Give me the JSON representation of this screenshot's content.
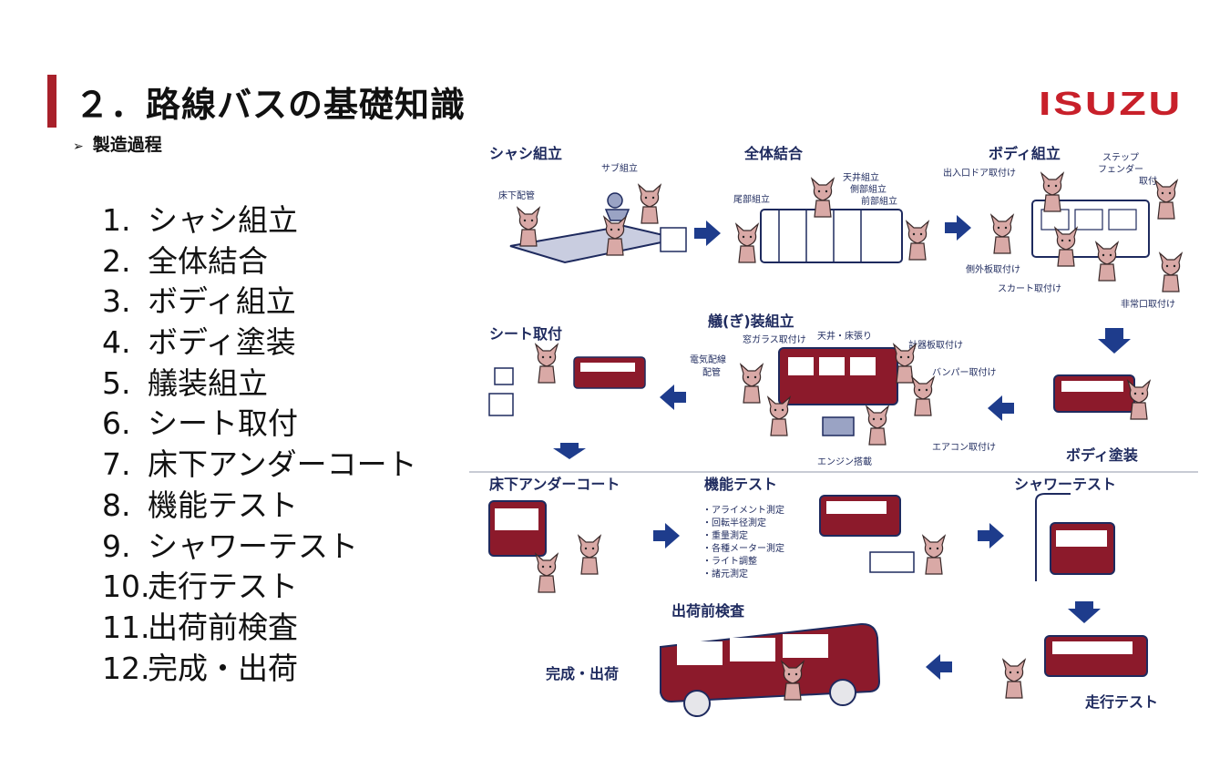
{
  "header": {
    "title": "２．路線バスの基礎知識",
    "subtitle": "製造過程",
    "logo_text": "ISUZU",
    "accent_color": "#a8202a"
  },
  "steps": [
    {
      "num": "1.",
      "label": "シャシ組立"
    },
    {
      "num": "2.",
      "label": "全体結合"
    },
    {
      "num": "3.",
      "label": "ボディ組立"
    },
    {
      "num": "4.",
      "label": "ボディ塗装"
    },
    {
      "num": "5.",
      "label": "艤装組立"
    },
    {
      "num": "6.",
      "label": "シート取付"
    },
    {
      "num": "7.",
      "label": "床下アンダーコート"
    },
    {
      "num": "8.",
      "label": "機能テスト"
    },
    {
      "num": "9.",
      "label": "シャワーテスト"
    },
    {
      "num": "10.",
      "label": "走行テスト"
    },
    {
      "num": "11.",
      "label": "出荷前検査"
    },
    {
      "num": "12.",
      "label": "完成・出荷"
    }
  ],
  "diagram": {
    "row1": {
      "chassis": "シャシ組立",
      "chassis_floor": "床下配管",
      "chassis_sub": "サブ組立",
      "joint": "全体結合",
      "joint_roof": "天井組立",
      "joint_side": "側部組立",
      "joint_front": "前部組立",
      "joint_rear": "尾部組立",
      "body": "ボディ組立",
      "body_door": "出入口ドア取付け",
      "body_step1": "ステップ",
      "body_step2": "フェンダー",
      "body_step3": "取付",
      "body_side_panel": "側外板取付け",
      "body_skirt": "スカート取付け",
      "body_emergency": "非常口取付け"
    },
    "row2": {
      "seat": "シート取付",
      "rigging": "艤(ぎ)装組立",
      "rig_window": "窓ガラス取付け",
      "rig_ceiling": "天井・床張り",
      "rig_gauge": "計器板取付け",
      "rig_elec1": "電気配線",
      "rig_elec2": "配管",
      "rig_bumper": "バンパー取付け",
      "rig_engine": "エンジン搭載",
      "rig_aircon": "エアコン取付け",
      "paint": "ボディ塗装"
    },
    "row3": {
      "undercoat": "床下アンダーコート",
      "function": "機能テスト",
      "function_items": [
        "・アライメント測定",
        "・回転半径測定",
        "・重量測定",
        "・各種メーター測定",
        "・ライト調整",
        "・諸元測定"
      ],
      "shower": "シャワーテスト"
    },
    "row4": {
      "inspection": "出荷前検査",
      "complete": "完成・出荷",
      "drive": "走行テスト"
    }
  }
}
